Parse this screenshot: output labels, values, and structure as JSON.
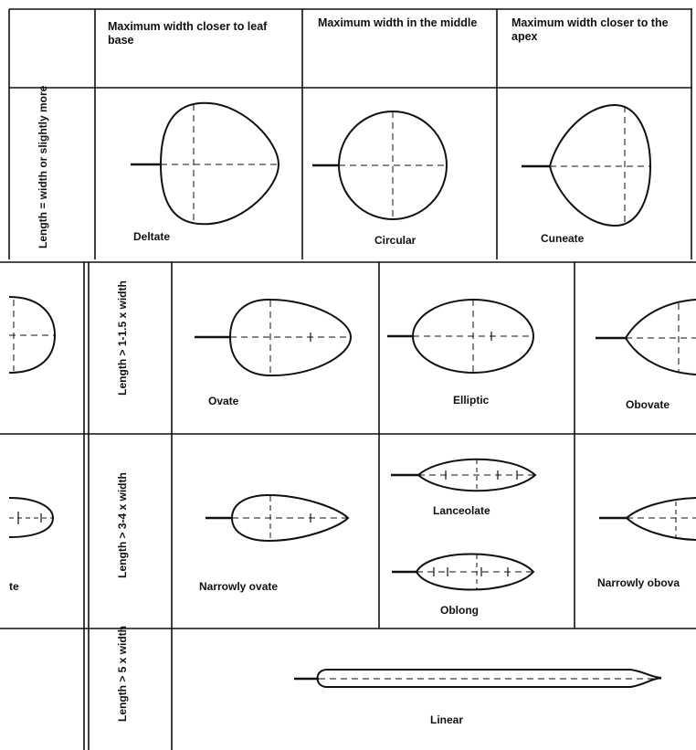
{
  "headers": {
    "near_base": "Maximum width closer to leaf base",
    "middle": "Maximum width in the middle",
    "near_apex": "Maximum width closer to the apex"
  },
  "rows": {
    "equal": "Length = width or slightly more",
    "r1_1_5": "Length > 1-1.5 x width",
    "r3_4": "Length > 3-4 x width",
    "r5": "Length > 5 x width"
  },
  "shapes": {
    "deltate": "Deltate",
    "circular": "Circular",
    "cuneate": "Cuneate",
    "ovate": "Ovate",
    "elliptic": "Elliptic",
    "obovate": "Obovate",
    "narrowly_ovate": "Narrowly ovate",
    "lanceolate": "Lanceolate",
    "oblong": "Oblong",
    "narrowly_obovate": "Narrowly obova",
    "linear": "Linear",
    "partial_left": "te"
  }
}
